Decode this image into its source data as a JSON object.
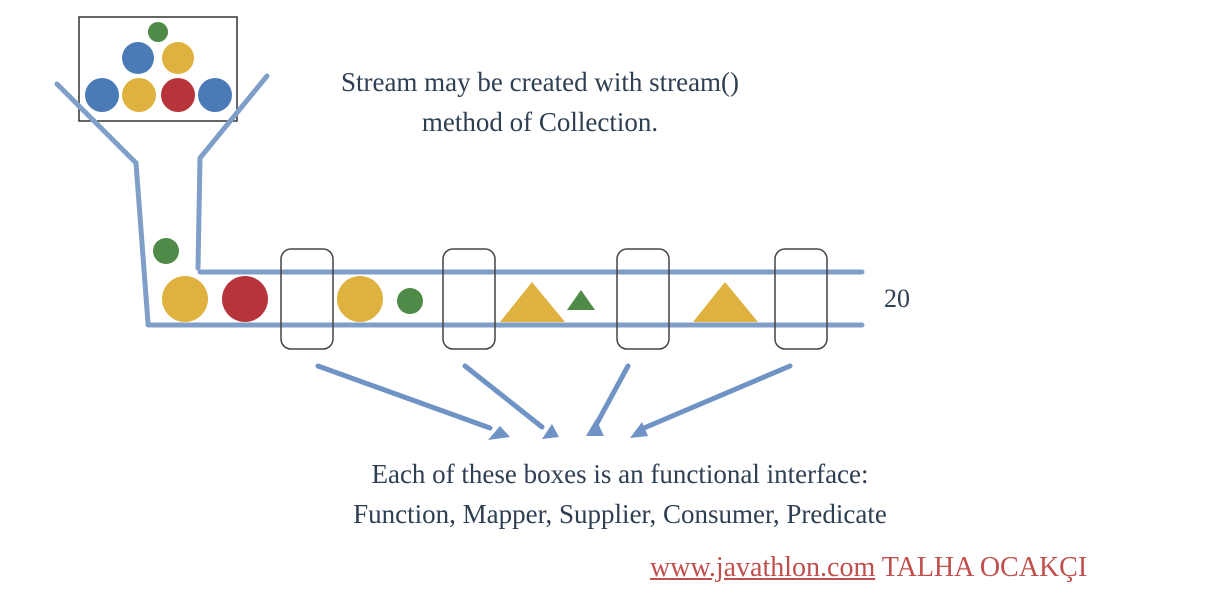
{
  "caption_top": {
    "line1": "Stream may be created with stream()",
    "line2": "method of Collection."
  },
  "caption_bottom": {
    "line1": "Each of these boxes is an functional interface:",
    "line2": "Function, Mapper, Supplier, Consumer, Predicate"
  },
  "count_label": "20",
  "credit": {
    "link_text": "www.javathlon.com",
    "author": "TALHA OCAKÇI"
  },
  "colors": {
    "blue": "#4a7bb7",
    "yellow": "#dfb23f",
    "red": "#b7353a",
    "green": "#4f8a48",
    "pipe": "#7f9fc8",
    "arrow": "#6f93c4",
    "box_border": "#444444",
    "text": "#2e3f52",
    "credit": "#c0504d"
  },
  "icons": [
    "ball-icon",
    "triangle-icon",
    "filter-box",
    "arrow-icon"
  ]
}
